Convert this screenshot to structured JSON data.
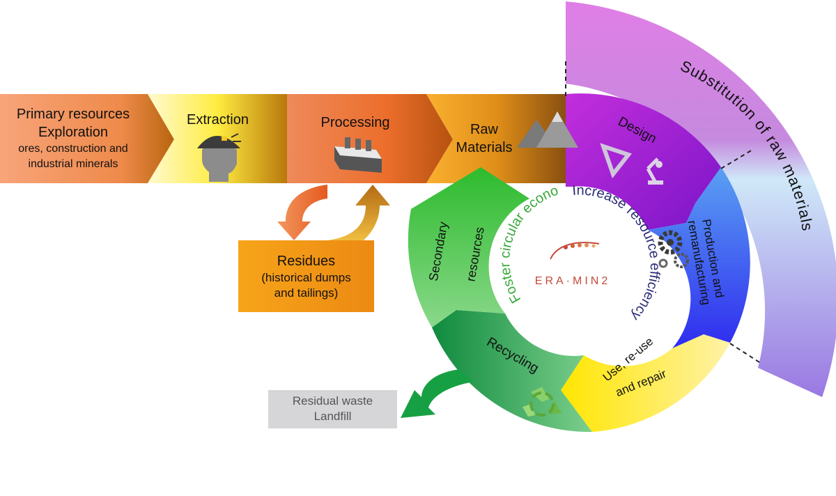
{
  "primary": {
    "line1": "Primary resources",
    "line2": "Exploration",
    "line3": "ores, construction and",
    "line4": "industrial minerals"
  },
  "extraction": "Extraction",
  "processing": "Processing",
  "raw_materials": {
    "line1": "Raw",
    "line2": "Materials"
  },
  "residues": {
    "line1": "Residues",
    "line2": "(historical dumps",
    "line3": "and tailings)"
  },
  "residual_waste": {
    "line1": "Residual waste",
    "line2": "Landfill"
  },
  "cycle": {
    "design": "Design",
    "production_line1": "Production and",
    "production_line2": "remanufacturing",
    "use_line1": "Use, re-use",
    "use_line2": "and repair",
    "recycling": "Recycling",
    "secondary_line1": "Secondary",
    "secondary_line2": "resources"
  },
  "substitution": "Substitution of raw materials",
  "center": {
    "foster": "Foster circular economy",
    "increase": "Increase resource efficiency",
    "logo": "ERA·MIN2"
  },
  "colors": {
    "primary": "#f08a5d",
    "extraction": "#ffe23a",
    "processing": "#ec6e2c",
    "raw_materials": "#f7a21b",
    "design": "#8c1bd1",
    "production": "#2f3cf0",
    "use": "#ffe600",
    "recycling": "#1a9a4a",
    "secondary": "#3dbb3d",
    "substitution_top": "#e07ee6",
    "substitution_bottom": "#9b78e0",
    "residual_waste": "#d9d9d9"
  }
}
